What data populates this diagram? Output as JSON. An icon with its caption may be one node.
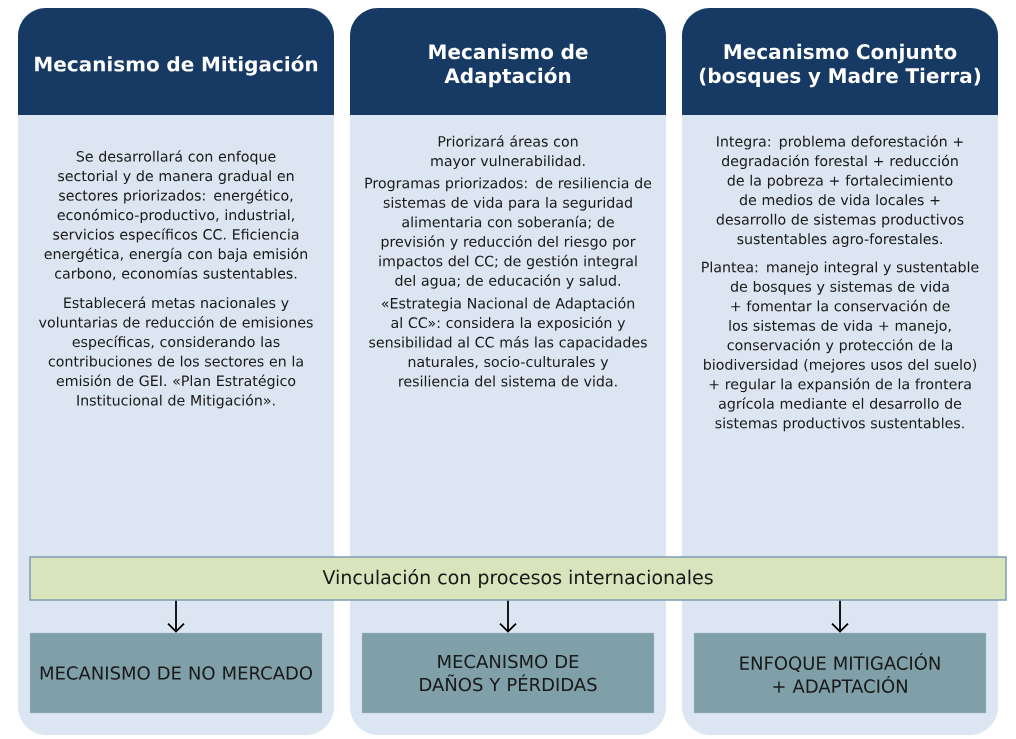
{
  "diagram": {
    "nodes": [
      {
        "text": [
          "Mecanismo de Mitigación",
          "Se desarrollará con enfoque sectorial y de manera gradual en sectores priorizados: energético, económico-productivo, industrial, servicios específicos CC. Eficiencia energética, energía con baja emisión carbono, economías sustentables.",
          "Establecerá metas nacionales y voluntarias de reducción de emisiones específicas, considerando las contribuciones de los sectores en la emisión de GEI. «Plan Estratégico Institucional de Mitigación»."
        ]
      },
      {
        "text": [
          "Mecanismo de Adaptación",
          "Priorizará áreas con mayor vulnerabilidad.",
          "Programas priorizados: de resiliencia de sistemas de vida para la seguridad alimentaria con soberanía; de previsión y reducción del riesgo por impactos del CC; de gestión integral del agua; de educación y salud.",
          "«Estrategia Nacional de Adaptación al CC»: considera la exposición y sensibilidad al CC más las capacidades naturales, socio-culturales y resiliencia del sistema de vida."
        ]
      },
      {
        "text": [
          "Mecanismo Conjunto (bosques y Madre Tierra)",
          "Integra: problema deforestación + degradación forestal + reducción de la pobreza + fortalecimiento de medios de vida locales + desarrollo de sistemas productivos sustentables agro-forestales.",
          "Plantea: manejo integral y sustentable de bosques y sistemas de vida + fomentar la conservación de los sistemas de vida + manejo, conservación y protección de la biodiversidad (mejores usos del suelo) + regular la expansión de la frontera agrícola mediante el desarrollo de sistemas productivos sustentables."
        ]
      },
      {
        "text": [
          "Vinculación con procesos internacionales"
        ]
      },
      {
        "text": [
          "MECANISMO DE NO MERCADO"
        ],
        "in": 0
      },
      {
        "text": [
          "MECANISMO DE DAÑOS Y PÉRDIDAS"
        ],
        "in": 1
      },
      {
        "text": [
          "ENFOQUE MITIGACIÓN + ADAPTACIÓN"
        ],
        "in": 2
      }
    ],
    "edges": [
      {
        "from": 3,
        "to": 4,
        "arrow": "to"
      },
      {
        "from": 3,
        "to": 5,
        "arrow": "to"
      },
      {
        "from": 3,
        "to": 6,
        "arrow": "to"
      }
    ]
  }
}
